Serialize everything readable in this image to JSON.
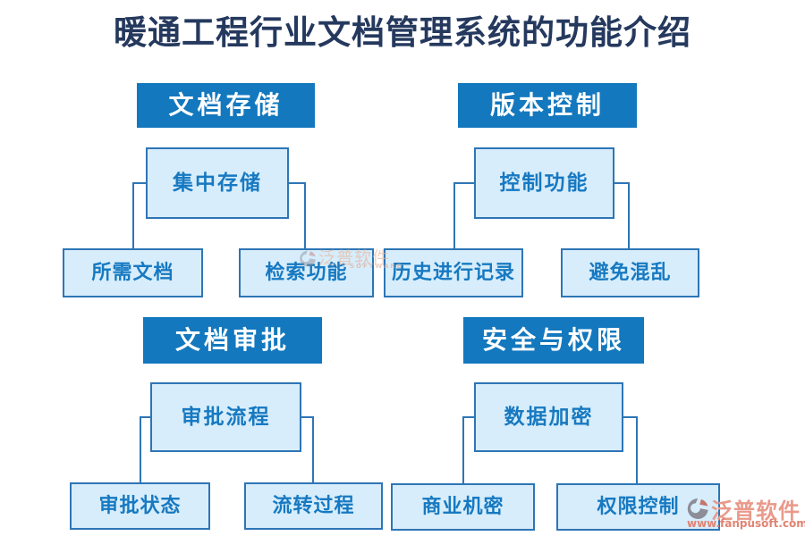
{
  "title": "暖通工程行业文档管理系统的功能介绍",
  "sections": [
    {
      "header": "文档存储",
      "mid": "集中存储",
      "children": [
        "所需文档",
        "检索功能"
      ]
    },
    {
      "header": "版本控制",
      "mid": "控制功能",
      "children": [
        "历史进行记录",
        "避免混乱"
      ]
    },
    {
      "header": "文档审批",
      "mid": "审批流程",
      "children": [
        "审批状态",
        "流转过程"
      ]
    },
    {
      "header": "安全与权限",
      "mid": "数据加密",
      "children": [
        "商业机密",
        "权限控制"
      ]
    }
  ],
  "watermark": {
    "text": "泛普软件",
    "subtext": "SOFTWARE"
  },
  "logo": {
    "name": "泛普软件",
    "url": "www.fanpusoft.com",
    "icon": "fanpu-swirl-icon"
  },
  "colors": {
    "header_bg": "#1378be",
    "node_bg": "#d7edfb",
    "node_border": "#2e75b6",
    "node_text": "#1779c1",
    "connector": "#2e75b6",
    "title_text": "#25395e",
    "logo_text": "#e9998a",
    "logo_url_text": "#e08372",
    "logo_icon_gray": "#8d8d98",
    "logo_icon_salmon": "#c4766b"
  }
}
